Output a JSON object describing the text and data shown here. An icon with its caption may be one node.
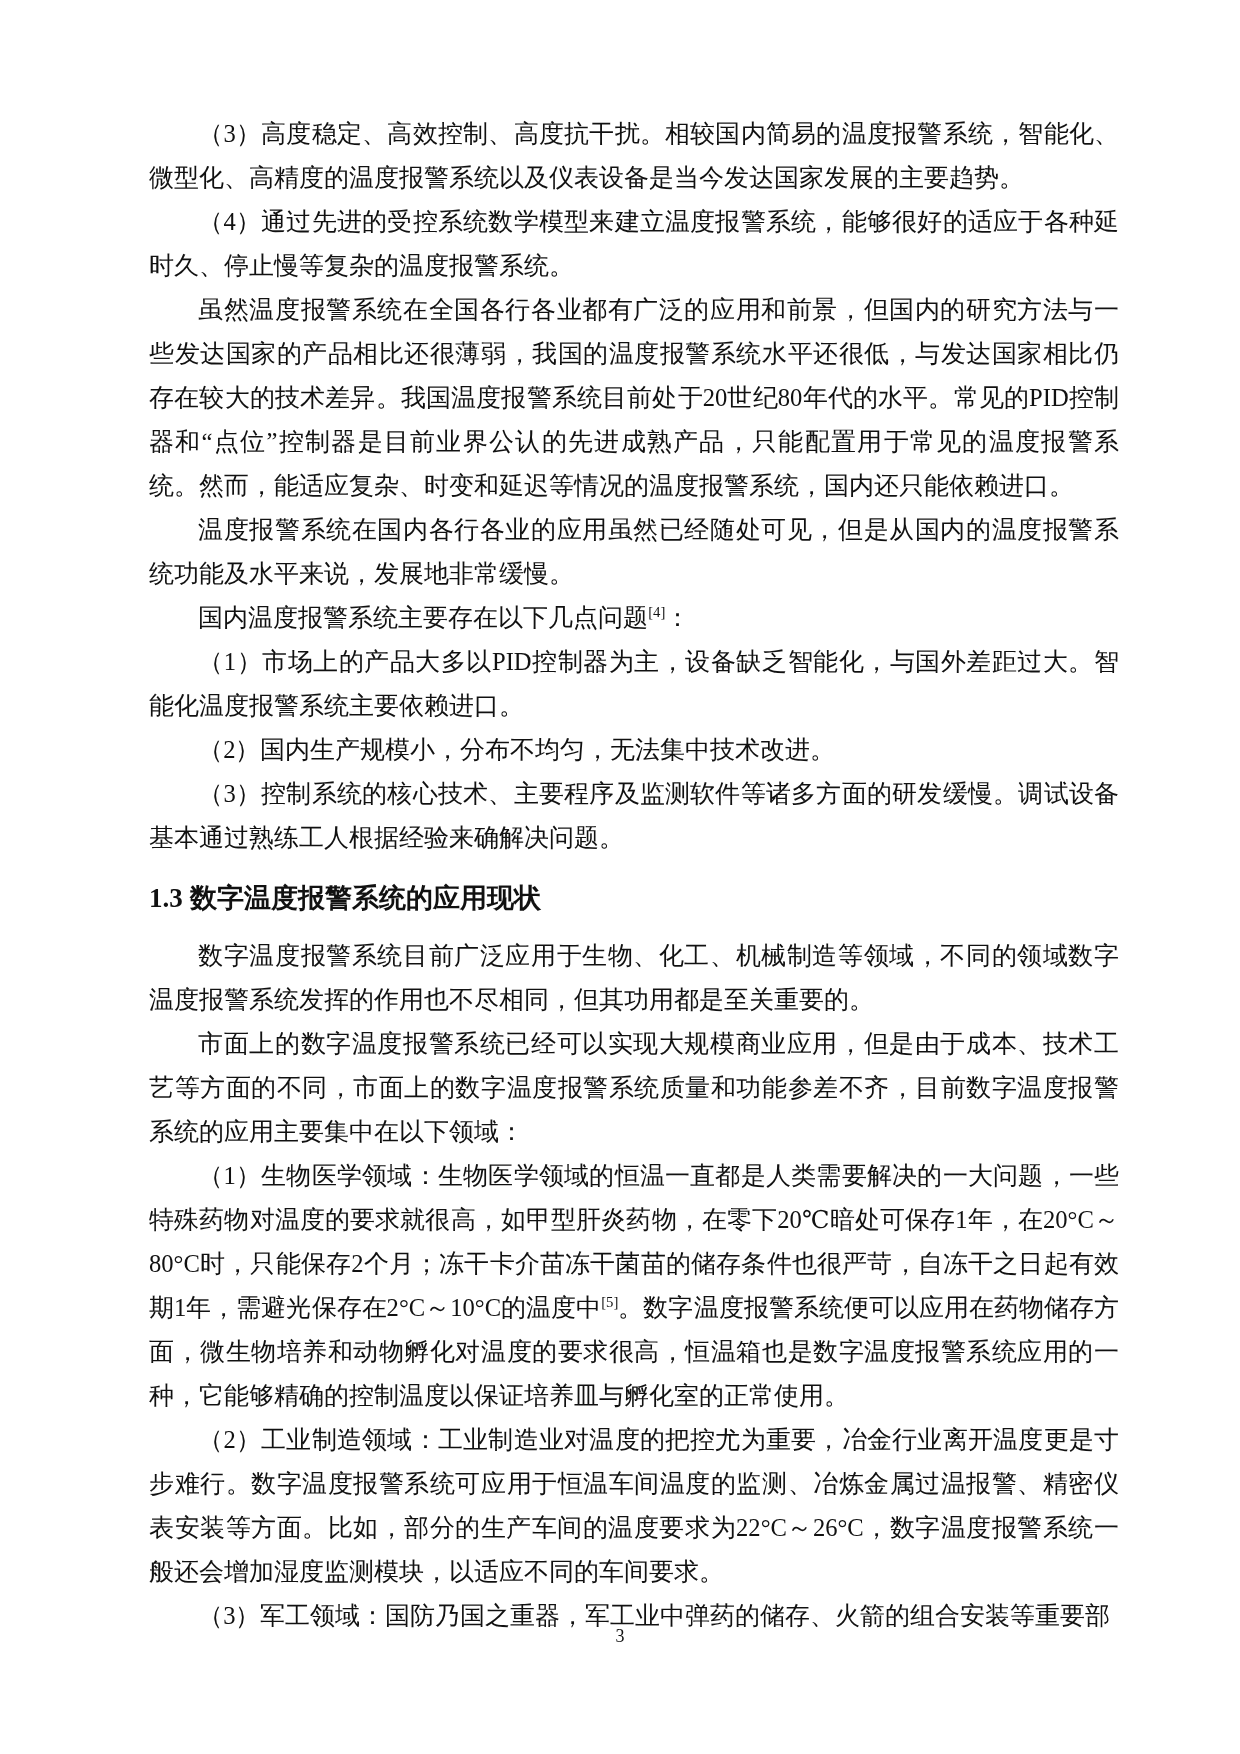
{
  "diagram": {
    "title": "1.3 数字温度报警系统的应用现状",
    "labels": [
      "（3）高度稳定、高效控制、高度抗干扰。相较国内简易的温度报警系统，智能化、微型化、高精度的温度报警系统以及仪表设备是当今发达国家发展的主要趋势。",
      "（4）通过先进的受控系统数学模型来建立温度报警系统，能够很好的适应于各种延时久、停止慢等复杂的温度报警系统。",
      "虽然温度报警系统在全国各行各业都有广泛的应用和前景，但国内的研究方法与一些发达国家的产品相比还很薄弱，我国的温度报警系统水平还很低，与发达国家相比仍存在较大的技术差异。我国温度报警系统目前处于20世纪80年代的水平。常见的PID控制器和“点位”控制器是目前业界公认的先进成熟产品，只能配置用于常见的温度报警系统。然而，能适应复杂、时变和延迟等情况的温度报警系统，国内还只能依赖进口。",
      "温度报警系统在国内各行各业的应用虽然已经随处可见，但是从国内的温度报警系统功能及水平来说，发展地非常缓慢。",
      "国内温度报警系统主要存在以下几点问题$^{[4]}$：",
      "（1）市场上的产品大多以PID控制器为主，设备缺乏智能化，与国外差距过大。智能化温度报警系统主要依赖进口。",
      "（2）国内生产规模小，分布不均匀，无法集中技术改进。",
      "（3）控制系统的核心技术、主要程序及监测软件等诸多方面的研发缓慢。调试设备基本通过熟练工人根据经验来确解决问题。",
      "数字温度报警系统目前广泛应用于生物、化工、机械制造等领域，不同的领域数字温度报警系统发挥的作用也不尽相同，但其功用都是至关重要的。",
      "市面上的数字温度报警系统已经可以实现大规模商业应用，但是由于成本、技术工艺等方面的不同，市面上的数字温度报警系统质量和功能参差不齐，目前数字温度报警系统的应用主要集中在以下领域：",
      "（1）生物医学领域：生物医学领域的恒温一直都是人类需要解决的一大问题，一些特殊药物对温度的要求就很高，如甲型肝炎药物，在零下20℃暗处可保存1年，在20°C～80°C时，只能保存2个月；冻干卡介苗冻干菌苗的储存条件也很严苛，自冻干之日起有效期1年，需避光保存在2°C～10°C的温度中$^{[5]}$。数字温度报警系统便可以应用在药物储存方面，微生物培养和动物孵化对温度的要求很高，恒温箱也是数字温度报警系统应用的一种，它能够精确的控制温度以保证培养皿与孵化室的正常使用。",
      "（2）工业制造领域：工业制造业对温度的把控尤为重要，冶金行业离开温度更是寸步难行。数字温度报警系统可应用于恒温车间温度的监测、冶炼金属过温报警、精密仪表安装等方面。比如，部分的生产车间的温度要求为22°C～26°C，数字温度报警系统一般还会增加湿度监测模块，以适应不同的车间要求。",
      "（3）军工领域：国防乃国之重器，军工业中弹药的储存、火箭的组合安装等重要部",
      "3"
    ]
  }
}
